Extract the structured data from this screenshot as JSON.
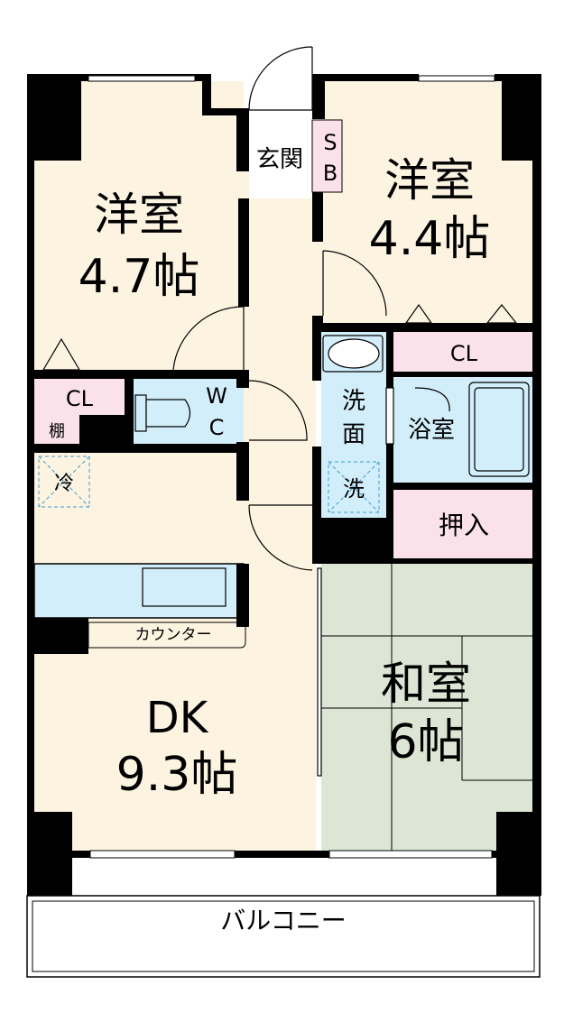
{
  "rooms": {
    "western_room_left": {
      "name": "洋室",
      "size": "4.7帖"
    },
    "western_room_right": {
      "name": "洋室",
      "size": "4.4帖"
    },
    "dining_kitchen": {
      "name": "DK",
      "size": "9.3帖"
    },
    "japanese_room": {
      "name": "和室",
      "size": "6帖"
    }
  },
  "labels": {
    "entrance": "玄関",
    "shoe_box_top": "S",
    "shoe_box_bottom": "B",
    "closet": "CL",
    "shelf": "棚",
    "wc_top": "W",
    "wc_bottom": "C",
    "fridge": "冷",
    "counter": "カウンター",
    "washroom_top": "洗",
    "washroom_bottom": "面",
    "washer": "洗",
    "bathroom": "浴室",
    "closet_right": "CL",
    "oshiire": "押入",
    "balcony": "バルコニー"
  },
  "colors": {
    "western_floor": "#fdf3e1",
    "tatami": "#dde6d4",
    "wet_area": "#d2eefb",
    "storage": "#fbe2ea",
    "wall": "#000000"
  }
}
